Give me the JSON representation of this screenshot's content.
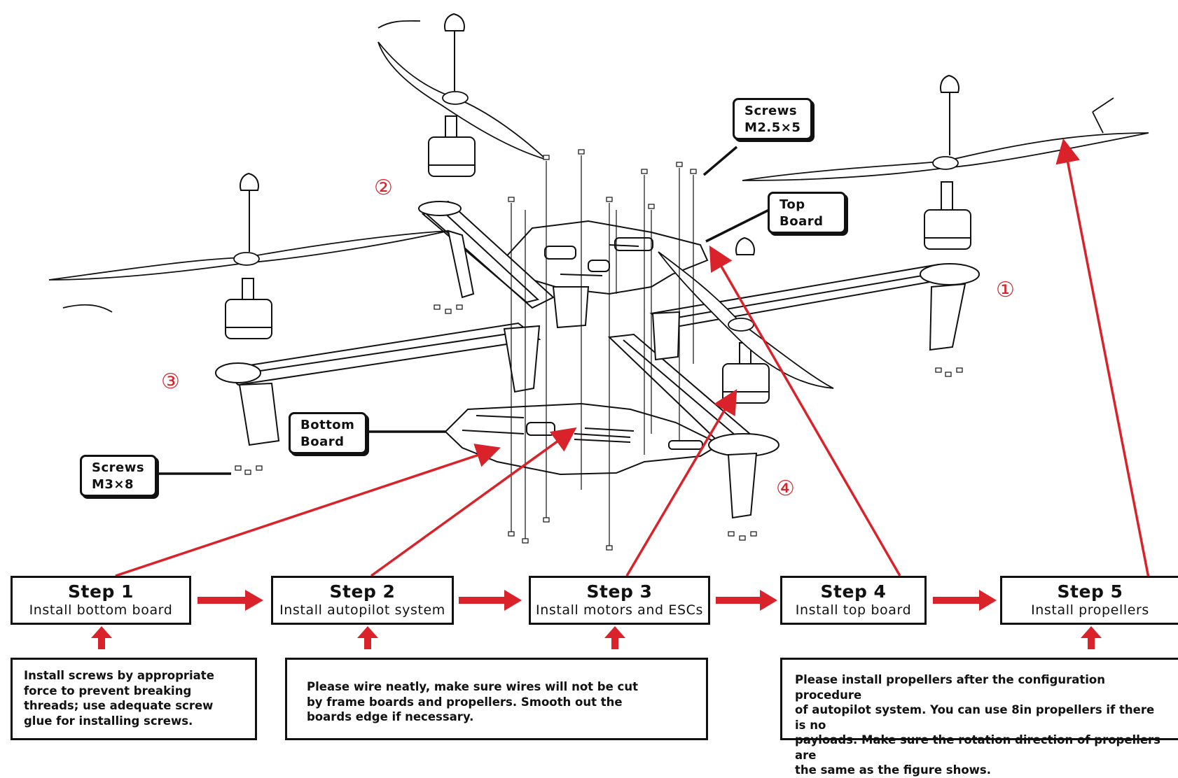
{
  "steps": [
    {
      "title": "Step 1",
      "subtitle": "Install bottom board"
    },
    {
      "title": "Step 2",
      "subtitle": "Install autopilot system"
    },
    {
      "title": "Step 3",
      "subtitle": "Install motors and ESCs"
    },
    {
      "title": "Step 4",
      "subtitle": "Install top board"
    },
    {
      "title": "Step 5",
      "subtitle": "Install propellers"
    }
  ],
  "notes": {
    "note1": [
      "Install screws by appropriate",
      "force to prevent breaking",
      "threads; use adequate screw",
      "glue for installing screws."
    ],
    "note2": [
      "Please wire neatly, make sure wires will not be cut",
      "by frame boards and propellers. Smooth out the",
      "boards edge if necessary."
    ],
    "note3": [
      "Please install propellers after the configuration procedure",
      "of autopilot system. You can use 8in propellers if there is no",
      "payloads. Make sure the rotation direction of propellers are",
      "the same as the figure shows."
    ]
  },
  "callouts": {
    "screws_top": [
      "Screws",
      "M2.5×5"
    ],
    "top_board": [
      "Top",
      "Board"
    ],
    "bottom_board": [
      "Bottom",
      "Board"
    ],
    "screws_bottom": [
      "Screws",
      "M3×8"
    ]
  },
  "arm_numbers": [
    "①",
    "②",
    "③",
    "④"
  ],
  "colors": {
    "accent": "#d9222a",
    "ink": "#111111"
  },
  "icons": [
    "screwdriver-icon"
  ]
}
